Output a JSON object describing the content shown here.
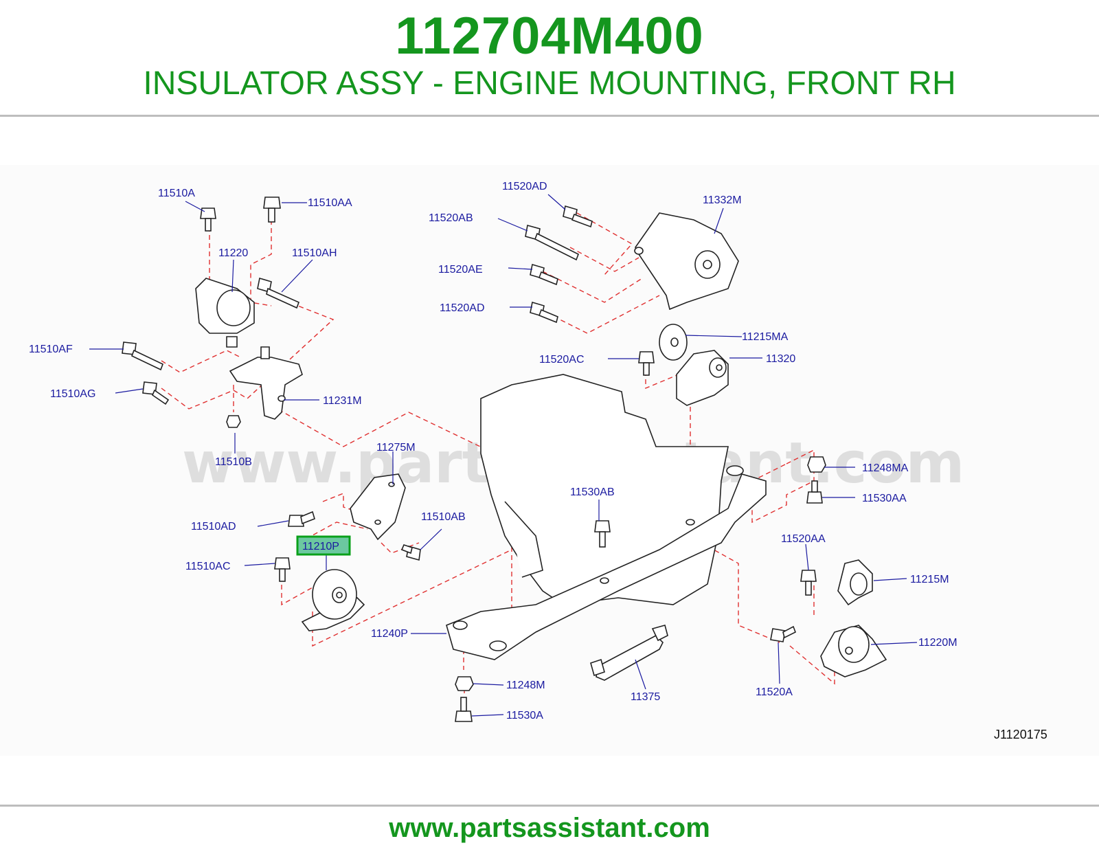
{
  "header": {
    "part_number": "112704M400",
    "part_title": "INSULATOR ASSY - ENGINE MOUNTING, FRONT RH"
  },
  "diagram": {
    "watermark": "www.partsassistant.com",
    "ref_code": "J1120175",
    "highlighted_label": "11210P",
    "highlight_color": "#0aa01a",
    "labels": {
      "l_11510A": "11510A",
      "l_11510AA": "11510AA",
      "l_11220": "11220",
      "l_11510AH": "11510AH",
      "l_11510AF": "11510AF",
      "l_11510AG": "11510AG",
      "l_11231M": "11231M",
      "l_11510B": "11510B",
      "l_11275M": "11275M",
      "l_11510AD": "11510AD",
      "l_11510AB": "11510AB",
      "l_11210P": "11210P",
      "l_11510AC": "11510AC",
      "l_11240P": "11240P",
      "l_11520AD_top": "11520AD",
      "l_11520AB": "11520AB",
      "l_11520AE": "11520AE",
      "l_11520AD_mid": "11520AD",
      "l_11332M": "11332M",
      "l_11215MA": "11215MA",
      "l_11520AC": "11520AC",
      "l_11320": "11320",
      "l_11530AB": "11530AB",
      "l_11248MA": "11248MA",
      "l_11530AA": "11530AA",
      "l_11520AA": "11520AA",
      "l_11215M": "11215M",
      "l_11220M": "11220M",
      "l_11520A": "11520A",
      "l_11375": "11375",
      "l_11248M": "11248M",
      "l_11530A": "11530A"
    }
  },
  "footer": {
    "url": "www.partsassistant.com"
  }
}
